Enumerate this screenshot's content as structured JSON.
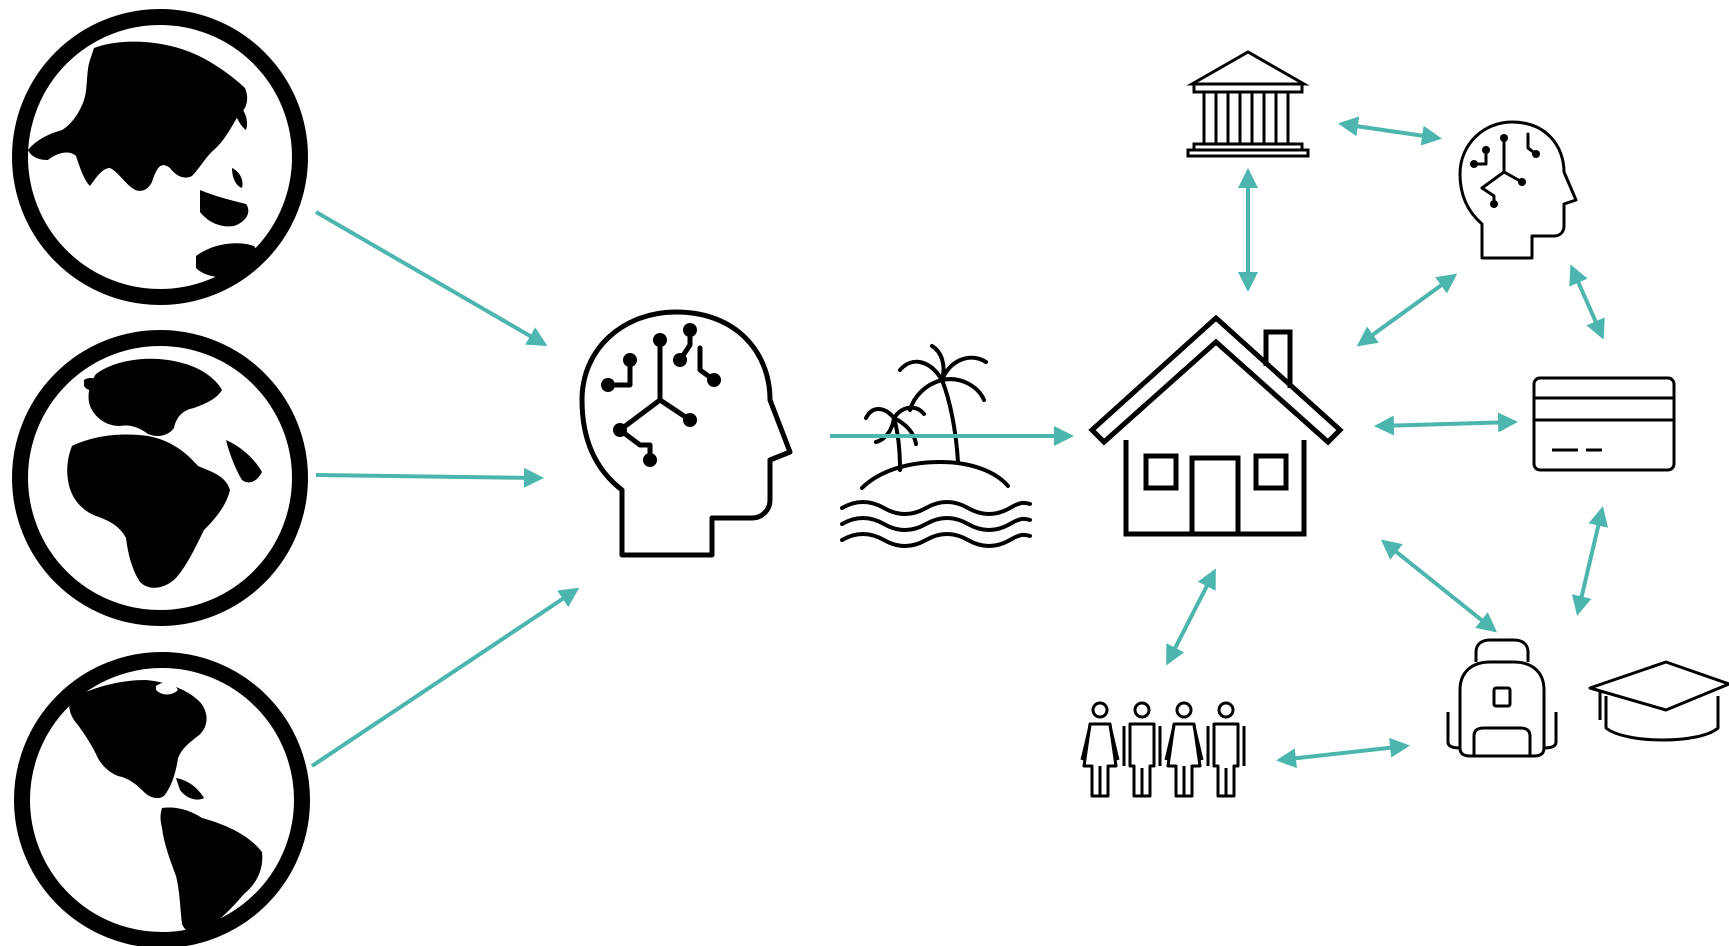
{
  "colors": {
    "arrow": "#4cb5ad",
    "ink": "#000000",
    "background": "#ffffff"
  },
  "nodes": {
    "globes": [
      "globe-asia-oceania-icon",
      "globe-europe-africa-icon",
      "globe-americas-icon"
    ],
    "ai_brain": "ai-head-icon",
    "island": "island-icon",
    "home": "house-icon",
    "bank": "bank-icon",
    "ai_brain_small": "ai-head-small-icon",
    "card": "credit-card-icon",
    "backpack": "backpack-icon",
    "graduation": "graduation-cap-icon",
    "family": "family-icon"
  },
  "edges": [
    {
      "from": "globe-asia-oceania-icon",
      "to": "ai-head-icon",
      "type": "directed"
    },
    {
      "from": "globe-europe-africa-icon",
      "to": "ai-head-icon",
      "type": "directed"
    },
    {
      "from": "globe-americas-icon",
      "to": "ai-head-icon",
      "type": "directed"
    },
    {
      "from": "ai-head-icon",
      "to": "house-icon",
      "type": "directed"
    },
    {
      "from": "bank-icon",
      "to": "house-icon",
      "type": "bidirectional"
    },
    {
      "from": "bank-icon",
      "to": "ai-head-small-icon",
      "type": "bidirectional"
    },
    {
      "from": "ai-head-small-icon",
      "to": "house-icon",
      "type": "bidirectional"
    },
    {
      "from": "ai-head-small-icon",
      "to": "credit-card-icon",
      "type": "bidirectional"
    },
    {
      "from": "house-icon",
      "to": "credit-card-icon",
      "type": "bidirectional"
    },
    {
      "from": "credit-card-icon",
      "to": "backpack-icon",
      "type": "bidirectional"
    },
    {
      "from": "house-icon",
      "to": "backpack-icon",
      "type": "bidirectional"
    },
    {
      "from": "house-icon",
      "to": "family-icon",
      "type": "bidirectional"
    },
    {
      "from": "family-icon",
      "to": "backpack-icon",
      "type": "bidirectional"
    }
  ]
}
